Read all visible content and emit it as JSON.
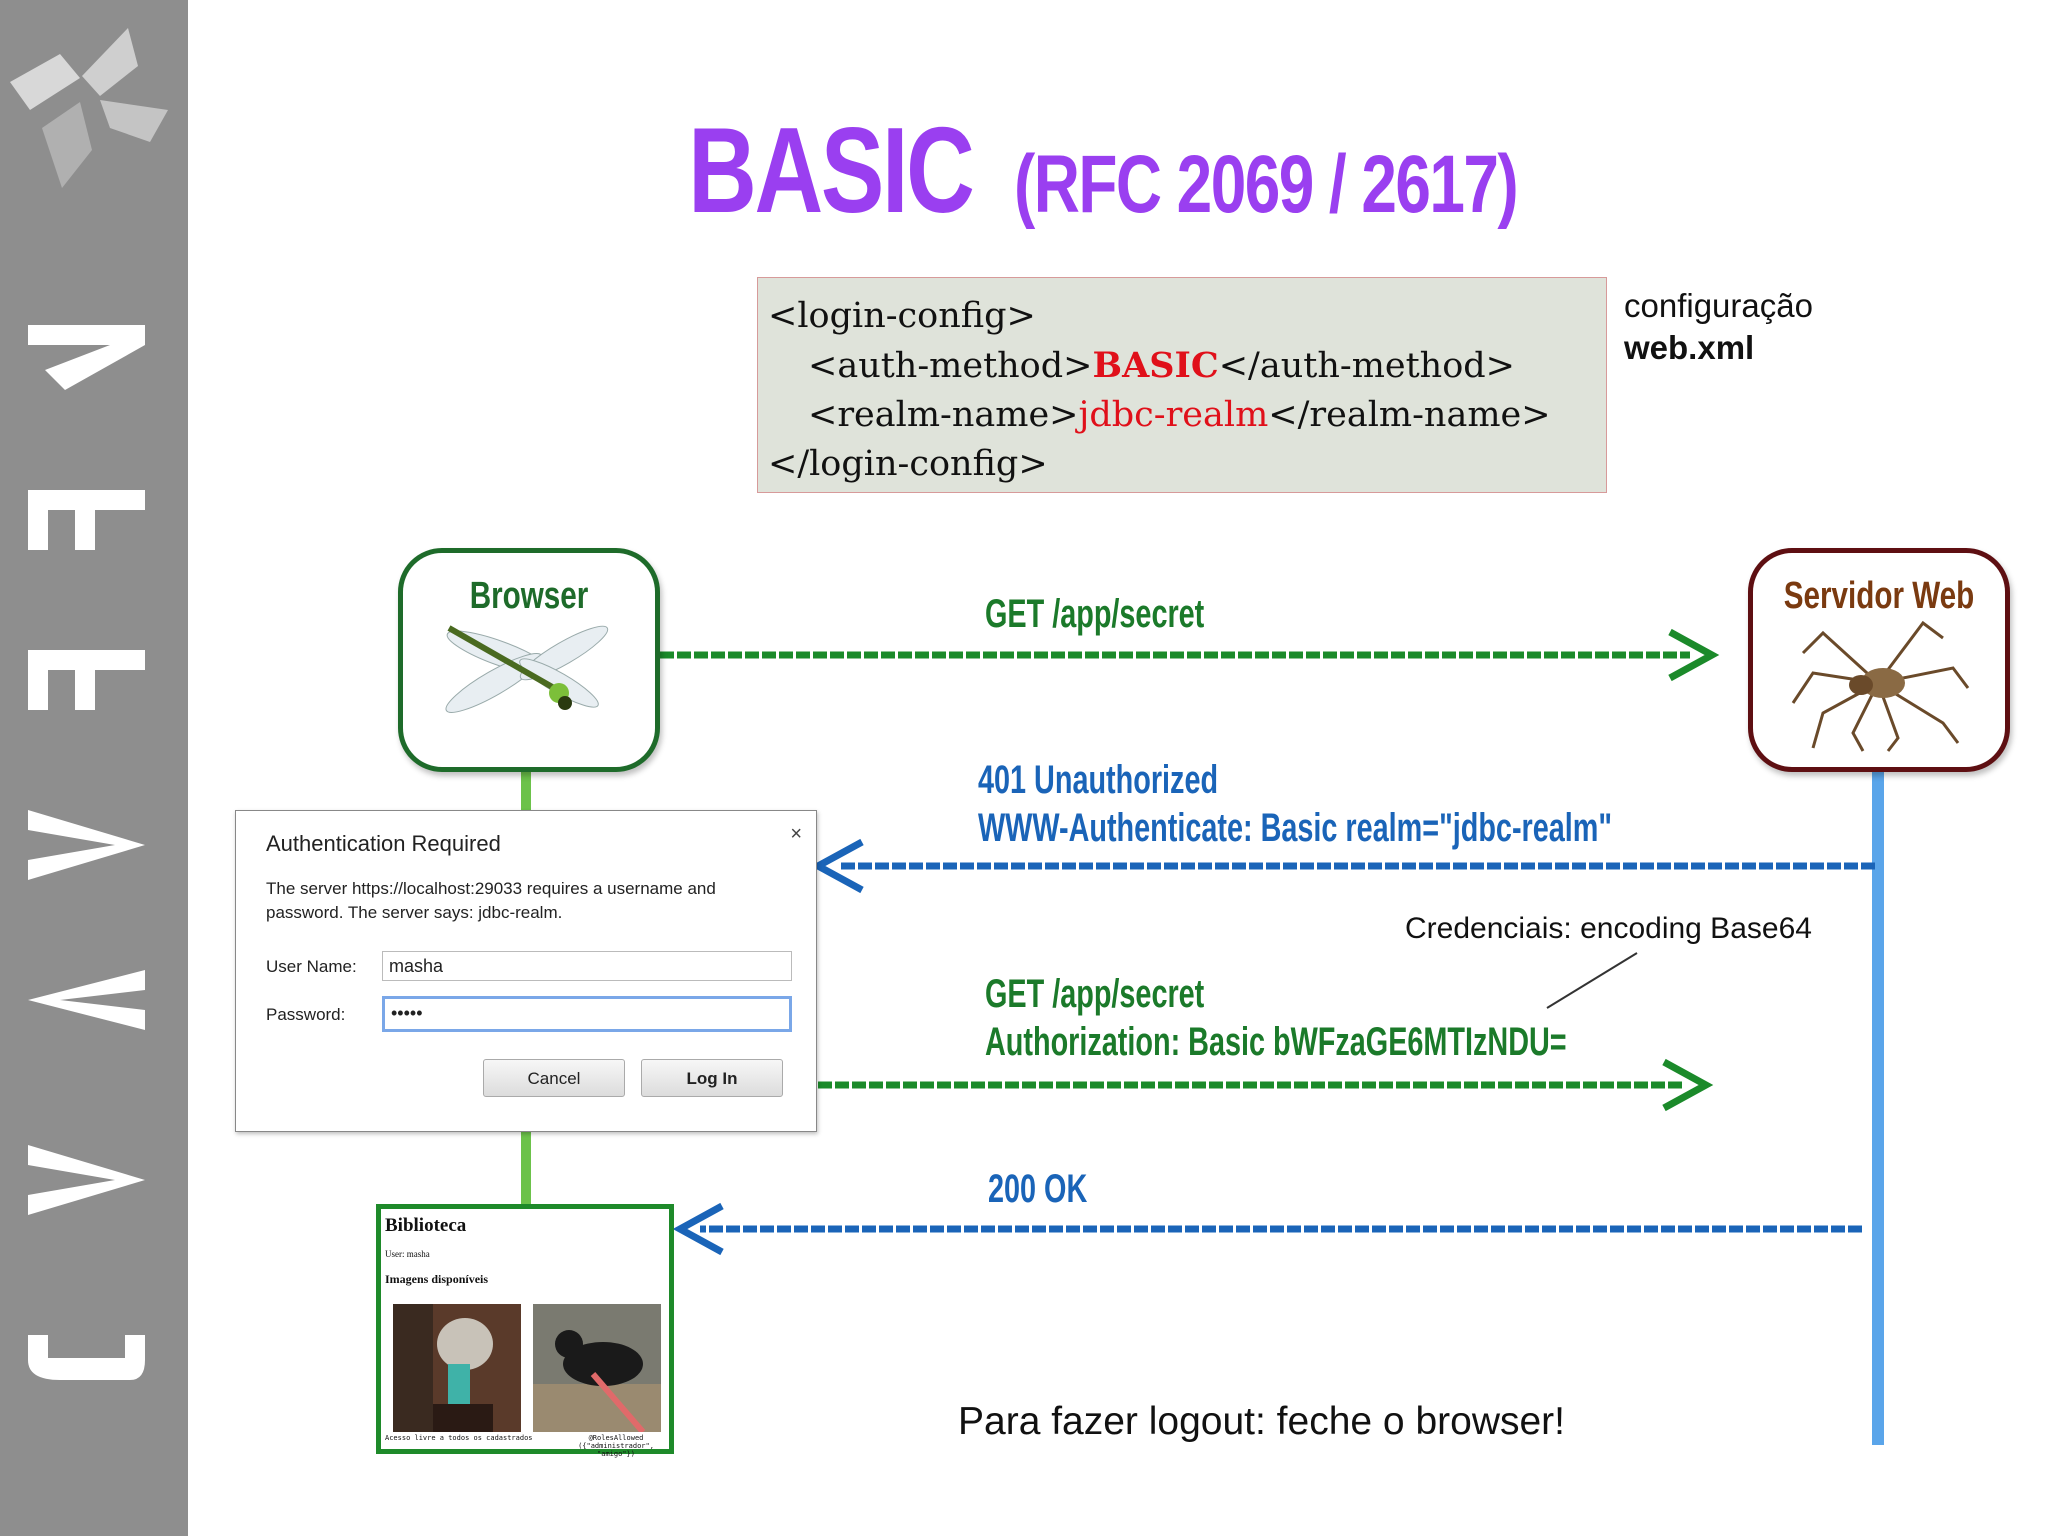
{
  "sidebar": {
    "brand": "JAVA EE 7"
  },
  "title": {
    "main": "BASIC",
    "sub": "(RFC 2069 / 2617)"
  },
  "config": {
    "line1": "<login-config>",
    "line2_pre": "<auth-method>",
    "line2_val": "BASIC",
    "line2_post": "</auth-method>",
    "line3_pre": "<realm-name>",
    "line3_val": "jdbc-realm",
    "line3_post": "</realm-name>",
    "line4": "</login-config>",
    "caption1": "configuração",
    "caption2": "web.xml"
  },
  "actors": {
    "client": "Browser",
    "server": "Servidor Web"
  },
  "messages": {
    "request1": "GET    /app/secret",
    "response1_line1": "401 Unauthorized",
    "response1_line2": "WWW-Authenticate: Basic realm=\"jdbc-realm\"",
    "credentials_note": "Credenciais: encoding Base64",
    "request2_line1": "GET    /app/secret",
    "request2_line2": "Authorization: Basic bWFzaGE6MTIzNDU=",
    "response2": "200   OK"
  },
  "dialog": {
    "title": "Authentication Required",
    "close": "×",
    "text": "The server https://localhost:29033 requires a username and password. The server says: jdbc-realm.",
    "user_label": "User Name:",
    "user_value": "masha",
    "password_label": "Password:",
    "password_value": "•••••",
    "cancel": "Cancel",
    "login": "Log In"
  },
  "library": {
    "heading": "Biblioteca",
    "user": "User: masha",
    "subheading": "Imagens disponíveis",
    "caption1": "Acesso livre a todos os cadastrados",
    "caption2": "@RolesAllowed ({\"administrador\", \"amigo\"})"
  },
  "footer": {
    "logout": "Para fazer logout: feche o browser!"
  },
  "colors": {
    "title": "#9a3ff0",
    "green": "#1b7a2a",
    "blue": "#1a64b8",
    "server_border": "#5e0f12"
  }
}
